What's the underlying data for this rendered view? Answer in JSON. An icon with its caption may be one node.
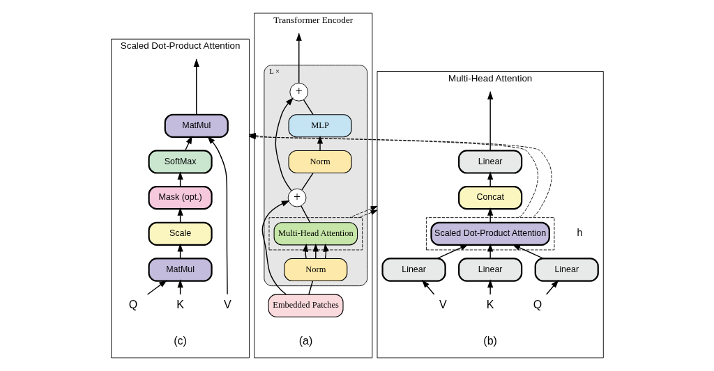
{
  "diagram": {
    "nodes": [
      {
        "text": [
          "Transformer Encoder"
        ],
        "beside": [
          "(a)"
        ]
      },
      {
        "text": [
          "L ×"
        ],
        "in": 0
      },
      {
        "text": [
          "+"
        ],
        "in": 1
      },
      {
        "text": [
          "MLP"
        ],
        "in": 1
      },
      {
        "text": [
          "Norm"
        ],
        "in": 1
      },
      {
        "text": [
          "+"
        ],
        "in": 1
      },
      {
        "text": [],
        "shape": "box",
        "in": 1
      },
      {
        "text": [
          "Multi-Head Attention"
        ],
        "in": 6
      },
      {
        "text": [
          "Norm"
        ],
        "in": 1
      },
      {
        "text": [
          "Embedded Patches"
        ],
        "in": 0
      },
      {
        "text": [
          "Multi-Head Attention"
        ],
        "beside": [
          "(b)"
        ]
      },
      {
        "text": [
          "Linear"
        ],
        "in": 10
      },
      {
        "text": [
          "Concat"
        ],
        "in": 10
      },
      {
        "text": [],
        "shape": "box",
        "in": 10
      },
      {
        "text": [
          "Scaled Dot-Product Attention"
        ],
        "in": 13,
        "beside": [
          "h"
        ]
      },
      {
        "text": [
          "Linear"
        ],
        "in": 10
      },
      {
        "text": [
          "Linear"
        ],
        "in": 10
      },
      {
        "text": [
          "Linear"
        ],
        "in": 10
      },
      {
        "text": [
          "V"
        ],
        "in": 10
      },
      {
        "text": [
          "K"
        ],
        "in": 10
      },
      {
        "text": [
          "Q"
        ],
        "in": 10
      },
      {
        "text": [
          "Scaled Dot-Product Attention"
        ],
        "beside": [
          "(c)"
        ]
      },
      {
        "text": [
          "MatMul"
        ],
        "in": 21
      },
      {
        "text": [
          "SoftMax"
        ],
        "in": 21
      },
      {
        "text": [
          "Mask (opt.)"
        ],
        "in": 21
      },
      {
        "text": [
          "Scale"
        ],
        "in": 21
      },
      {
        "text": [
          "MatMul"
        ],
        "in": 21
      },
      {
        "text": [
          "Q"
        ],
        "in": 21
      },
      {
        "text": [
          "K"
        ],
        "in": 21
      },
      {
        "text": [
          "V"
        ],
        "in": 21
      }
    ],
    "edges": [
      {
        "from": 2,
        "to": null,
        "arrow": "to"
      },
      {
        "from": 3,
        "to": 2,
        "arrow": "none"
      },
      {
        "from": 4,
        "to": 3,
        "arrow": "to"
      },
      {
        "from": 5,
        "to": 4,
        "arrow": "none"
      },
      {
        "from": 5,
        "to": 2,
        "arrow": "to"
      },
      {
        "from": 7,
        "to": 5,
        "arrow": "none"
      },
      {
        "from": 8,
        "to": 7,
        "arrow": "to"
      },
      {
        "from": 8,
        "to": 7,
        "arrow": "to"
      },
      {
        "from": 8,
        "to": 7,
        "arrow": "to"
      },
      {
        "from": 9,
        "to": 8,
        "arrow": "none"
      },
      {
        "from": 9,
        "to": 5,
        "arrow": "to"
      },
      {
        "from": 6,
        "to": 10,
        "arrow": "to",
        "style": "dashed"
      },
      {
        "from": 6,
        "to": 10,
        "arrow": "to",
        "style": "dashed"
      },
      {
        "from": 11,
        "to": null,
        "arrow": "to"
      },
      {
        "from": 12,
        "to": 11,
        "arrow": "to"
      },
      {
        "from": 14,
        "to": 12,
        "arrow": "to"
      },
      {
        "from": 15,
        "to": 14,
        "arrow": "to"
      },
      {
        "from": 16,
        "to": 14,
        "arrow": "to"
      },
      {
        "from": 17,
        "to": 14,
        "arrow": "to"
      },
      {
        "from": 18,
        "to": 15,
        "arrow": "to"
      },
      {
        "from": 19,
        "to": 16,
        "arrow": "to"
      },
      {
        "from": 20,
        "to": 17,
        "arrow": "to"
      },
      {
        "from": 13,
        "to": 21,
        "arrow": "to",
        "style": "dashed"
      },
      {
        "from": 13,
        "to": 21,
        "arrow": "to",
        "style": "dashed"
      },
      {
        "from": 22,
        "to": null,
        "arrow": "to"
      },
      {
        "from": 23,
        "to": 22,
        "arrow": "to"
      },
      {
        "from": 24,
        "to": 23,
        "arrow": "to"
      },
      {
        "from": 25,
        "to": 24,
        "arrow": "to"
      },
      {
        "from": 26,
        "to": 25,
        "arrow": "to"
      },
      {
        "from": 27,
        "to": 26,
        "arrow": "to"
      },
      {
        "from": 28,
        "to": 26,
        "arrow": "to"
      },
      {
        "from": 29,
        "to": 22,
        "arrow": "to"
      }
    ]
  }
}
